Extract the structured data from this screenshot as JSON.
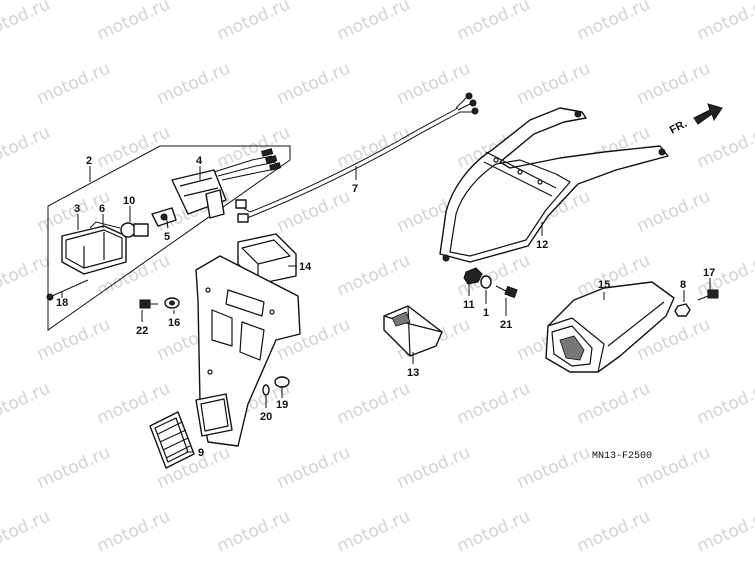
{
  "diagram": {
    "watermark": "motod.ru",
    "code": "MN13-F2500",
    "direction": {
      "label": "FR.",
      "icon": "arrow-right-icon"
    },
    "callouts": {
      "c1": "1",
      "c2": "2",
      "c3": "3",
      "c4": "4",
      "c5": "5",
      "c6": "6",
      "c7": "7",
      "c8": "8",
      "c9": "9",
      "c10": "10",
      "c11": "11",
      "c12": "12",
      "c13": "13",
      "c14": "14",
      "c15": "15",
      "c16": "16",
      "c17": "17",
      "c18": "18",
      "c19": "19",
      "c20": "20",
      "c21": "21",
      "c22": "22"
    }
  }
}
